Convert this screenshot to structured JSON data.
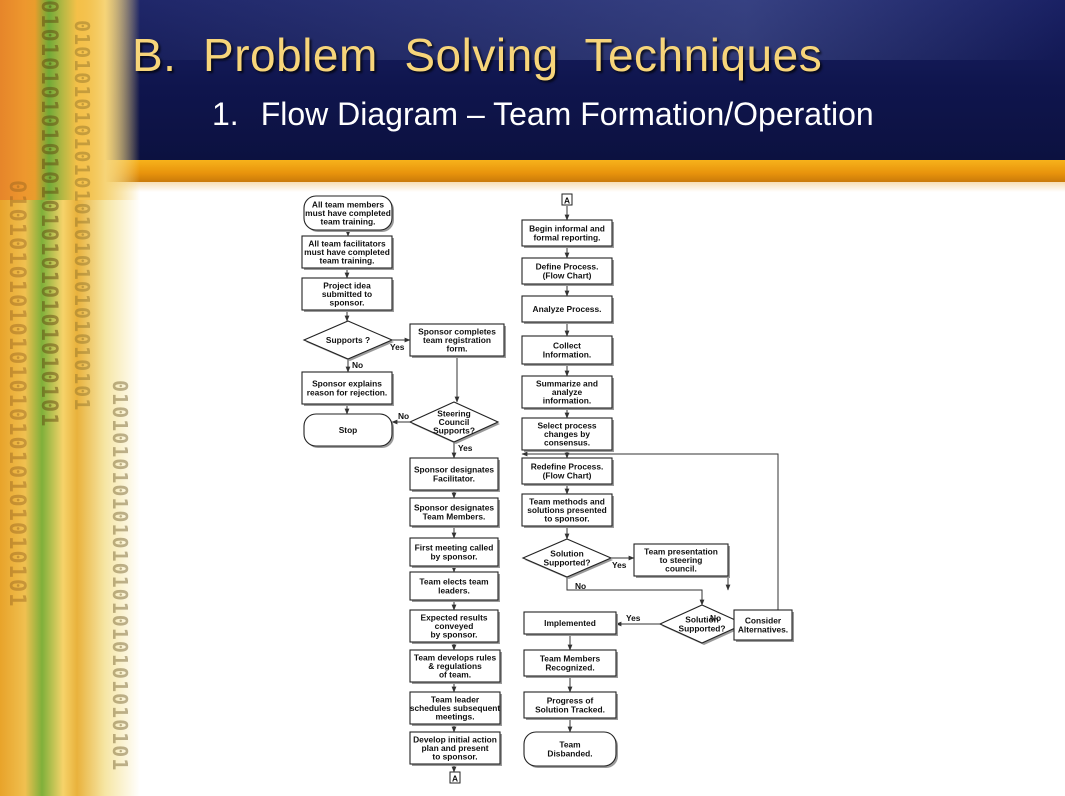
{
  "slide": {
    "title": "B.  Problem  Solving  Techniques",
    "subtitle_number": "1.",
    "subtitle": "Flow Diagram – Team Formation/Operation",
    "binary_text": "010101010101010101010101010101"
  },
  "colors": {
    "header_background": "#0f154d",
    "title_text": "#f7d57a",
    "subtitle_text": "#ffffff",
    "accent_stripe": "#f0a01a"
  },
  "flow": {
    "boxes": {
      "b_members_trained": [
        "All team members",
        "must have completed",
        "team training."
      ],
      "b_facilitators_trained": [
        "All team facilitators",
        "must have completed",
        "team training."
      ],
      "b_project_idea": [
        "Project idea",
        "submitted to",
        "sponsor."
      ],
      "d_supports": [
        "Supports ?"
      ],
      "b_registration": [
        "Sponsor completes",
        "team registration",
        "form."
      ],
      "b_rejection": [
        "Sponsor explains",
        "reason for rejection."
      ],
      "d_steering": [
        "Steering",
        "Council",
        "Supports?"
      ],
      "b_stop": [
        "Stop"
      ],
      "b_facilitator": [
        "Sponsor designates",
        "Facilitator."
      ],
      "b_team_members": [
        "Sponsor designates",
        "Team Members."
      ],
      "b_first_meeting": [
        "First meeting called",
        "by sponsor."
      ],
      "b_elects": [
        "Team elects team",
        "leaders."
      ],
      "b_expected": [
        "Expected results",
        "conveyed",
        "by sponsor."
      ],
      "b_rules": [
        "Team develops rules",
        "& regulations",
        "of team."
      ],
      "b_schedules": [
        "Team leader",
        "schedules subsequent",
        "meetings."
      ],
      "b_action_plan": [
        "Develop initial action",
        "plan and present",
        "to sponsor."
      ],
      "b_reporting": [
        "Begin informal and",
        "formal reporting."
      ],
      "b_define": [
        "Define Process.",
        "(Flow Chart)"
      ],
      "b_analyze": [
        "Analyze Process."
      ],
      "b_collect": [
        "Collect",
        "Information."
      ],
      "b_summarize": [
        "Summarize and",
        "analyze",
        "information."
      ],
      "b_select": [
        "Select process",
        "changes by",
        "consensus."
      ],
      "b_redefine": [
        "Redefine Process.",
        "(Flow Chart)"
      ],
      "b_methods": [
        "Team methods and",
        "solutions presented",
        "to sponsor."
      ],
      "d_solution1": [
        "Solution",
        "Supported?"
      ],
      "b_presentation": [
        "Team presentation",
        "to steering",
        "council."
      ],
      "d_solution2": [
        "Solution",
        "Supported?"
      ],
      "b_implemented": [
        "Implemented"
      ],
      "b_alternatives": [
        "Consider",
        "Alternatives."
      ],
      "b_recognized": [
        "Team Members",
        "Recognized."
      ],
      "b_progress": [
        "Progress of",
        "Solution Tracked."
      ],
      "b_disbanded": [
        "Team",
        "Disbanded."
      ]
    },
    "connector_label": "A",
    "edge_labels": {
      "yes": "Yes",
      "no": "No"
    }
  }
}
